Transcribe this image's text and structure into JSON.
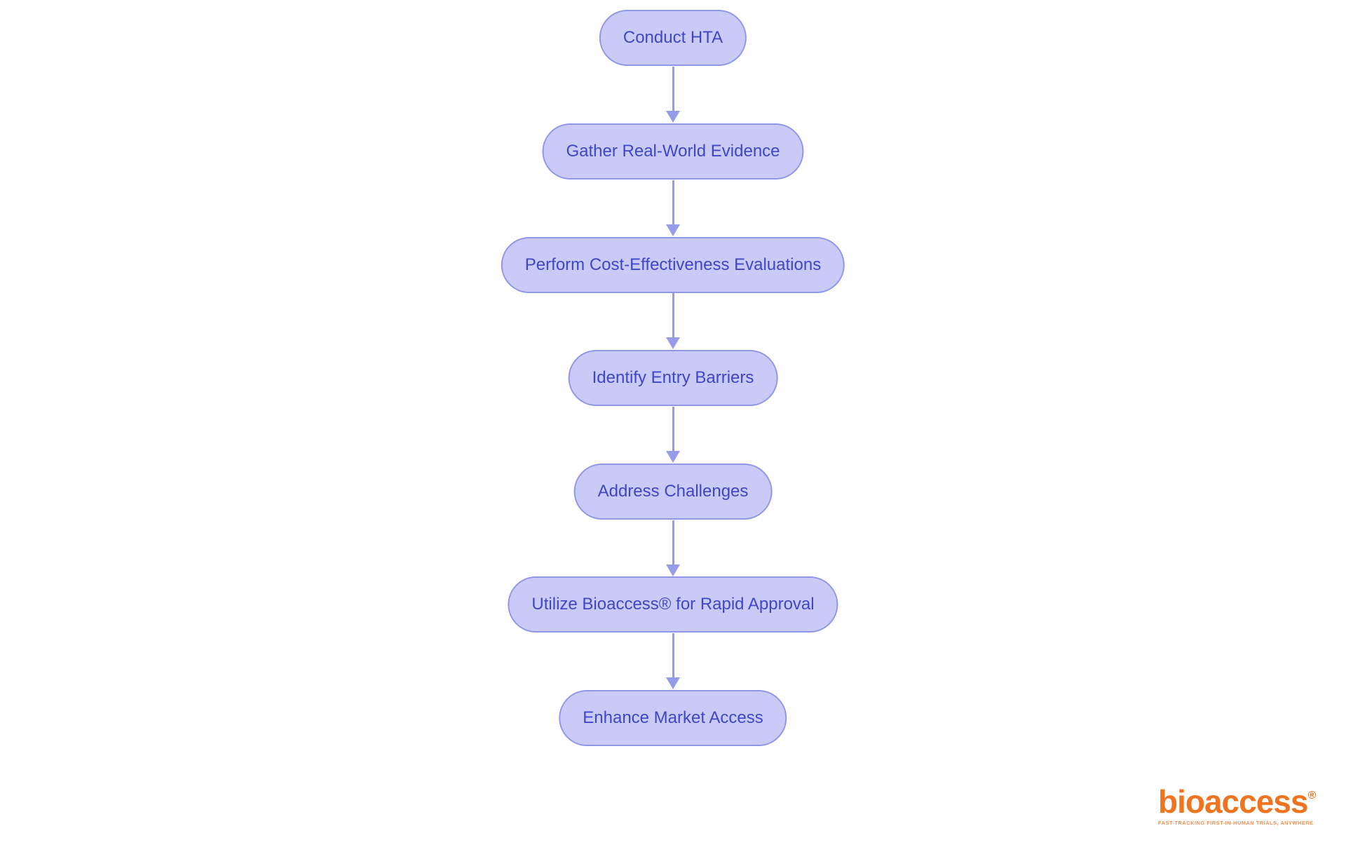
{
  "flow": {
    "nodes": [
      {
        "label": "Conduct HTA"
      },
      {
        "label": "Gather Real-World Evidence"
      },
      {
        "label": "Perform Cost-Effectiveness Evaluations"
      },
      {
        "label": "Identify Entry Barriers"
      },
      {
        "label": "Address Challenges"
      },
      {
        "label": "Utilize Bioaccess® for Rapid Approval"
      },
      {
        "label": "Enhance Market Access"
      }
    ]
  },
  "logo": {
    "brand": "bioaccess",
    "registered": "®",
    "tagline": "FAST-TRACKING FIRST-IN-HUMAN TRIALS, ANYWHERE"
  },
  "colors": {
    "node_fill": "#c9cbf6",
    "node_border": "#9097e8",
    "node_text": "#4046c8",
    "arrow": "#979ce9",
    "logo_orange": "#ee7420",
    "tagline_orange": "#f29150"
  }
}
